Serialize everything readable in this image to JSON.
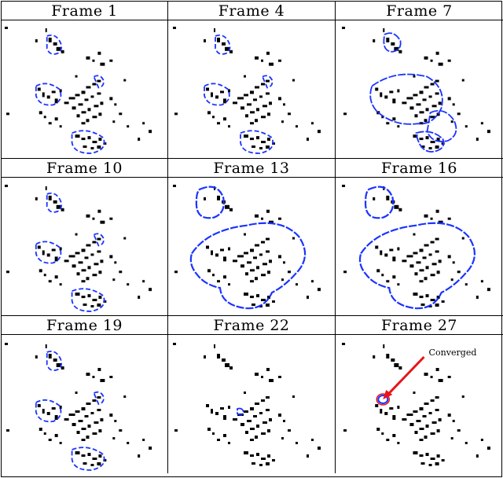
{
  "frames": [
    {
      "label": "Frame 1",
      "contour": "small"
    },
    {
      "label": "Frame 4",
      "contour": "small"
    },
    {
      "label": "Frame 7",
      "contour": "medium"
    },
    {
      "label": "Frame 10",
      "contour": "small"
    },
    {
      "label": "Frame 13",
      "contour": "large"
    },
    {
      "label": "Frame 16",
      "contour": "large"
    },
    {
      "label": "Frame 19",
      "contour": "small"
    },
    {
      "label": "Frame 22",
      "contour": "minimal"
    },
    {
      "label": "Frame 27",
      "contour": "converged"
    }
  ],
  "annotation": {
    "text": "Converged"
  },
  "colors": {
    "contour": "#1a33ff",
    "pixels": "#000000",
    "arrow": "#e8141a",
    "grid": "#000000"
  }
}
